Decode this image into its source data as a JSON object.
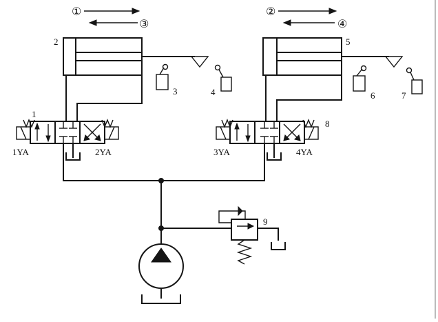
{
  "step_markers": {
    "s1": "①",
    "s2": "②",
    "s3": "③",
    "s4": "④"
  },
  "component_numbers": {
    "n1": "1",
    "n2": "2",
    "n3": "3",
    "n4": "4",
    "n5": "5",
    "n6": "6",
    "n7": "7",
    "n8": "8",
    "n9": "9"
  },
  "solenoid_labels": {
    "ya1": "1YA",
    "ya2": "2YA",
    "ya3": "3YA",
    "ya4": "4YA"
  },
  "colors": {
    "line": "#151515",
    "background": "#ffffff"
  }
}
